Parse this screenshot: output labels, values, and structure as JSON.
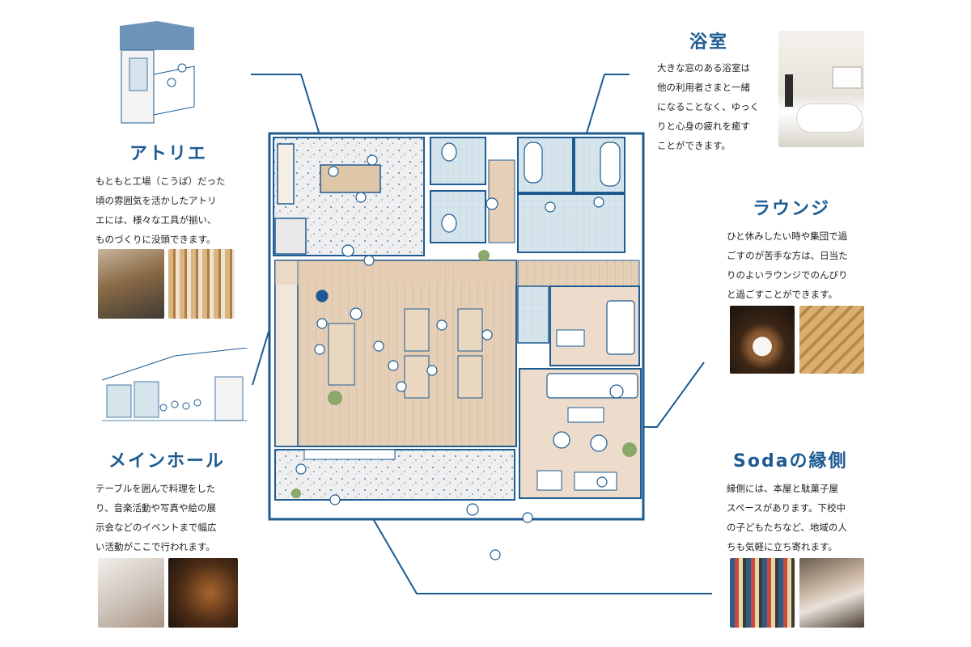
{
  "sections": {
    "atelier": {
      "title": "アトリエ",
      "lines": [
        "もともと工場（こうば）だった",
        "頃の雰囲気を活かしたアトリ",
        "エには、様々な工具が揃い、",
        "ものづくりに没頭できます。"
      ]
    },
    "main_hall": {
      "title": "メインホール",
      "lines": [
        "テーブルを囲んで料理をした",
        "り、音楽活動や写真や絵の展",
        "示会などのイベントまで幅広",
        "い活動がここで行われます。"
      ]
    },
    "bathroom": {
      "title": "浴室",
      "lines": [
        "大きな窓のある浴室は",
        "他の利用者さまと一緒",
        "になることなく、ゆっく",
        "りと心身の疲れを癒す",
        "ことができます。"
      ]
    },
    "lounge": {
      "title": "ラウンジ",
      "lines": [
        "ひと休みしたい時や集団で過",
        "ごすのが苦手な方は、日当た",
        "りのよいラウンジでのんびり",
        "と過ごすことができます。"
      ]
    },
    "soda": {
      "title": "Sodaの縁側",
      "lines": [
        "縁側には、本屋と駄菓子屋",
        "スペースがあります。下校中",
        "の子どもたちなど、地域の人",
        "ちも気軽に立ち寄れます。"
      ]
    }
  },
  "colors": {
    "accent": "#1d5b92",
    "wood": "#e8d2bc",
    "speckle_floor": "#eeeeee",
    "tile": "#d4e3ea",
    "lounge_floor": "#eddccc"
  }
}
